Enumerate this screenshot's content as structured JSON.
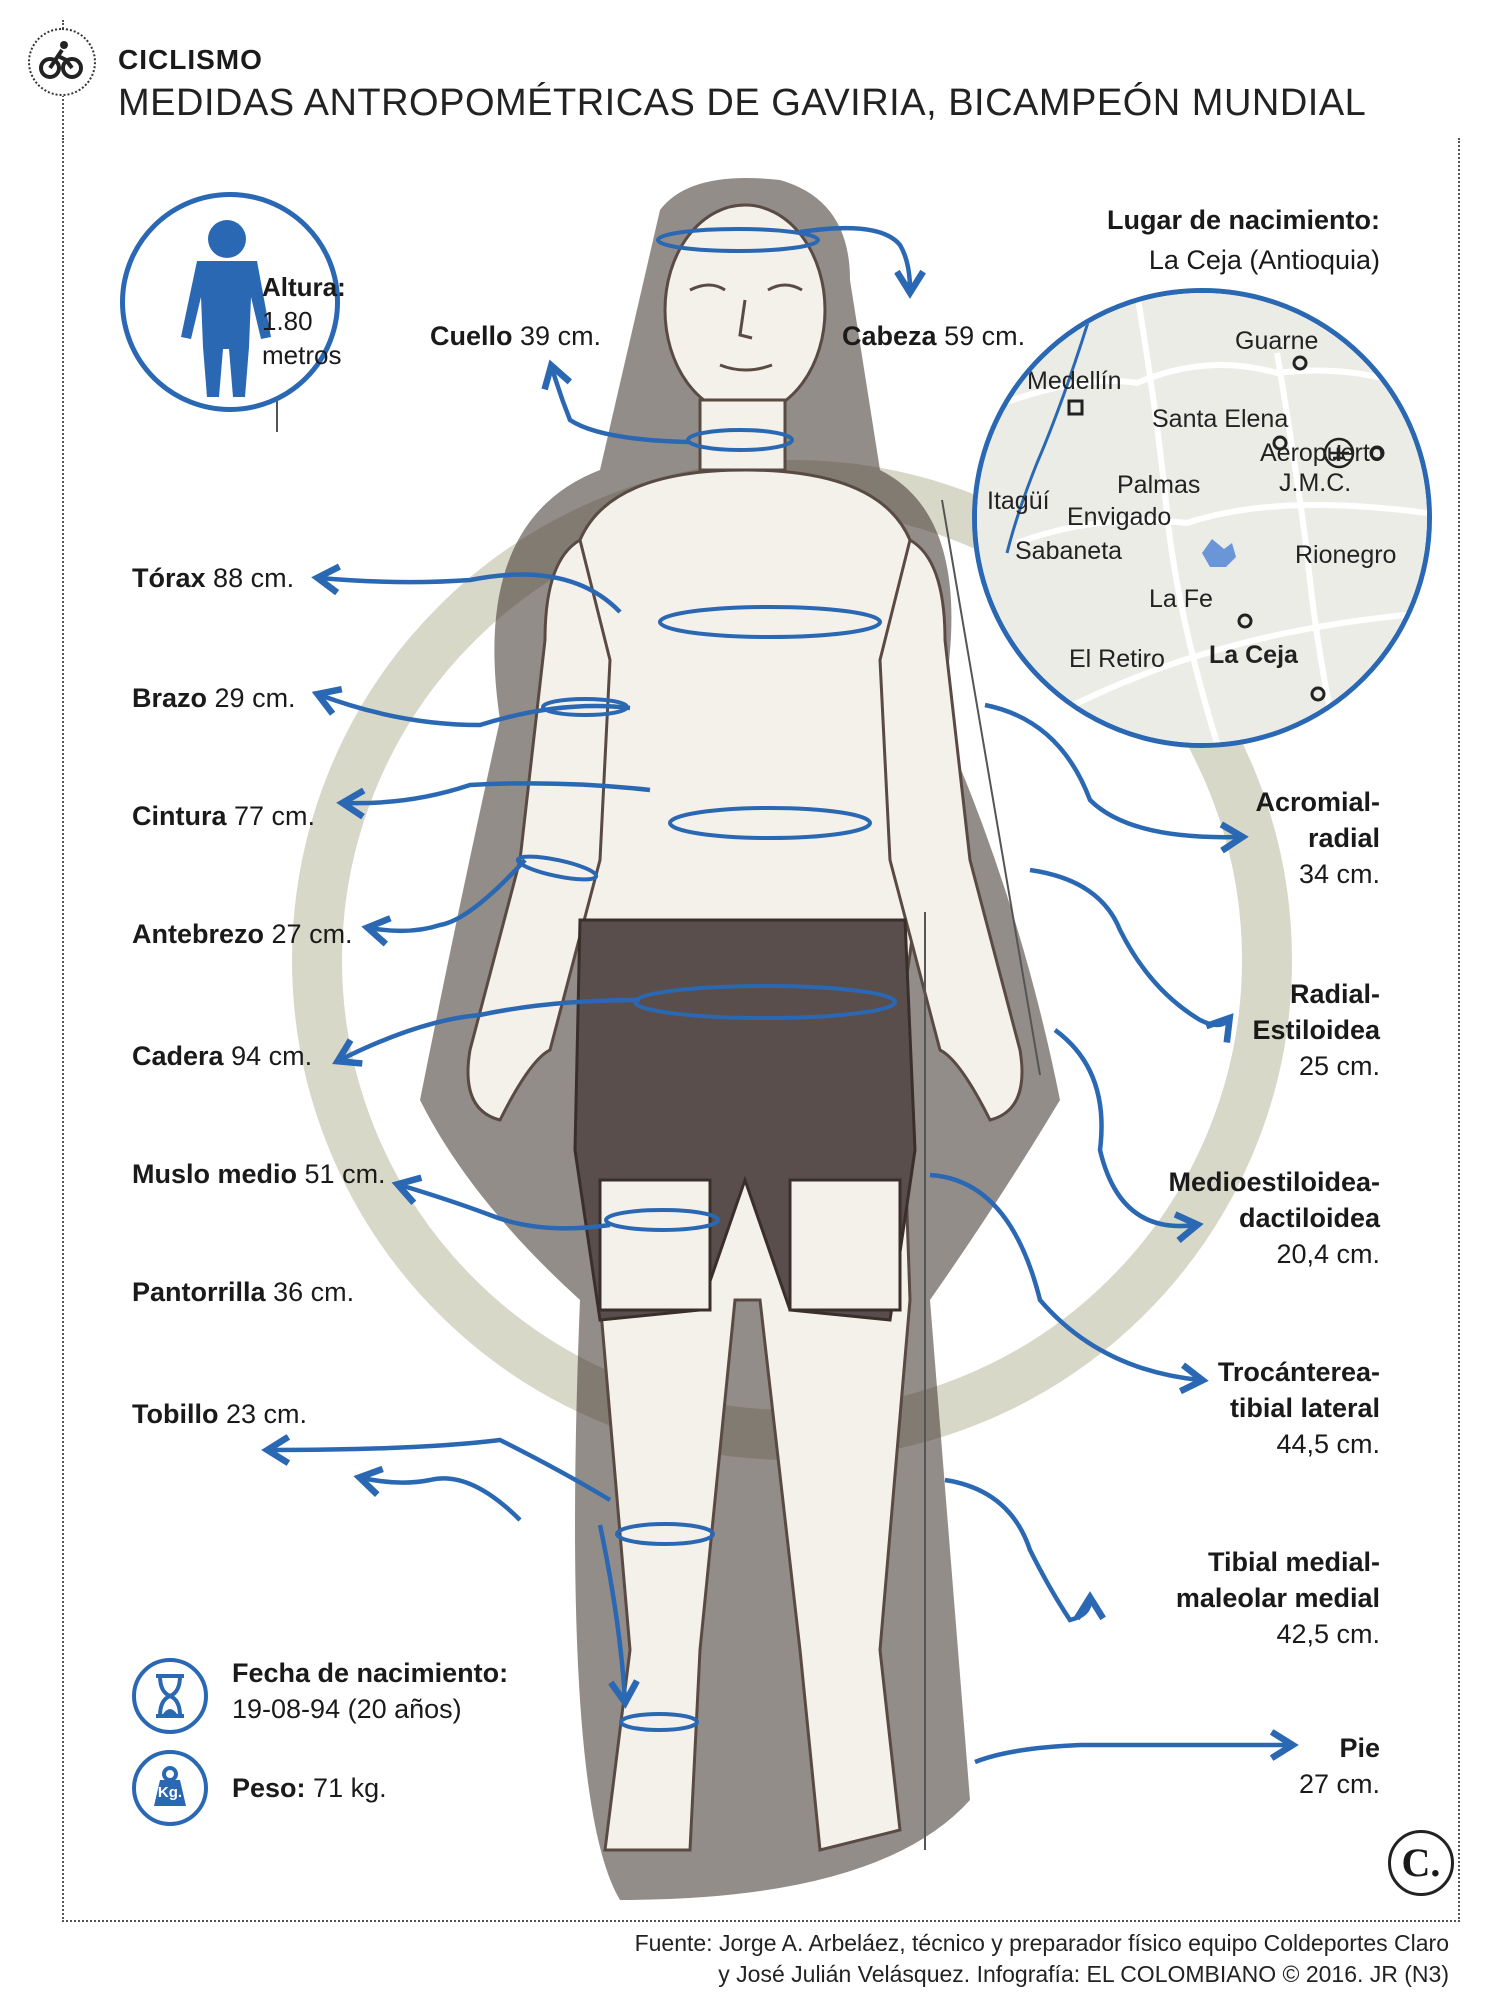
{
  "header": {
    "section": "CICLISMO",
    "title": "MEDIDAS ANTROPOMÉTRICAS DE GAVIRIA, BICAMPEÓN MUNDIAL"
  },
  "colors": {
    "accent_blue": "#2a68b3",
    "ring": "#d8d8c8"
  },
  "icons": {
    "section": "cyclist-icon",
    "height": "human-silhouette-icon",
    "birth_date": "hourglass-icon",
    "weight": "weight-kg-icon",
    "brand": "el-colombiano-logo"
  },
  "height": {
    "label": "Altura:",
    "value": "1.80",
    "unit": "metros"
  },
  "birthplace": {
    "label": "Lugar de nacimiento:",
    "value": "La Ceja (Antioquia)"
  },
  "map": {
    "towns": [
      "Guarne",
      "Medellín",
      "Santa Elena",
      "Aeropuerto",
      "J.M.C.",
      "Palmas",
      "Itagüí",
      "Envigado",
      "Sabaneta",
      "Rionegro",
      "La Fe",
      "El Retiro",
      "La Ceja"
    ]
  },
  "measures_left": [
    {
      "name": "Cuello",
      "value": "39 cm."
    },
    {
      "name": "Tórax",
      "value": "88 cm."
    },
    {
      "name": "Brazo",
      "value": "29 cm."
    },
    {
      "name": "Cintura",
      "value": "77 cm."
    },
    {
      "name": "Antebrezo",
      "value": "27 cm."
    },
    {
      "name": "Cadera",
      "value": "94 cm."
    },
    {
      "name": "Muslo medio",
      "value": "51 cm."
    },
    {
      "name": "Pantorrilla",
      "value": "36 cm."
    },
    {
      "name": "Tobillo",
      "value": "23 cm."
    }
  ],
  "head": {
    "name": "Cabeza",
    "value": "59 cm."
  },
  "measures_right": [
    {
      "name1": "Acromial-",
      "name2": "radial",
      "value": "34 cm."
    },
    {
      "name1": "Radial-",
      "name2": "Estiloidea",
      "value": "25 cm."
    },
    {
      "name1": "Medioestiloidea-",
      "name2": "dactiloidea",
      "value": "20,4 cm."
    },
    {
      "name1": "Trocánterea-",
      "name2": "tibial lateral",
      "value": "44,5 cm."
    },
    {
      "name1": "Tibial medial-",
      "name2": "maleolar medial",
      "value": "42,5 cm."
    },
    {
      "name1": "Pie",
      "name2": "",
      "value": "27 cm."
    }
  ],
  "birth_date": {
    "label": "Fecha de nacimiento:",
    "value": "19-08-94 (20 años)"
  },
  "weight": {
    "label": "Peso:",
    "value": "71 kg.",
    "icon_text": "Kg."
  },
  "brand_mark": "C.",
  "source": {
    "line1": "Fuente: Jorge A. Arbeláez, técnico y preparador físico equipo Coldeportes Claro",
    "line2": "y José Julián Velásquez. Infografía: EL COLOMBIANO © 2016. JR (N3)"
  }
}
